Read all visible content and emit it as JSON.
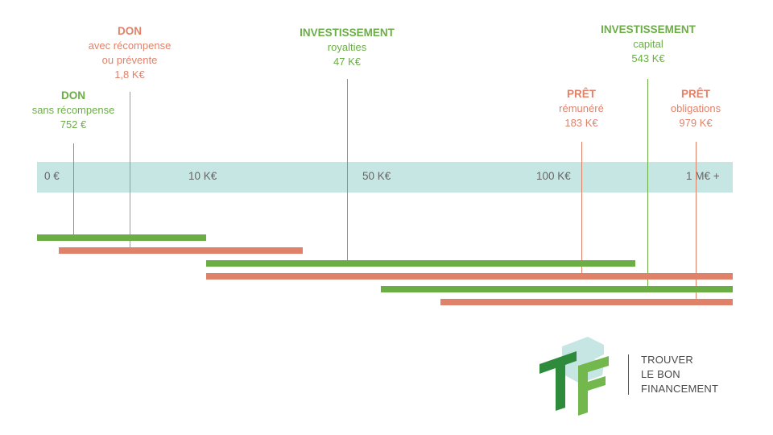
{
  "colors": {
    "green": "#6bae45",
    "orange": "#e0826a",
    "band": "#c6e6e4"
  },
  "callouts": {
    "don_sans": {
      "title": "DON",
      "line1": "sans récompense",
      "line2": "752 €"
    },
    "don_avec": {
      "title": "DON",
      "line1": "avec récompense",
      "line2": "ou prévente",
      "line3": "1,8 K€"
    },
    "inv_roy": {
      "title": "INVESTISSEMENT",
      "line1": "royalties",
      "line2": "47 K€"
    },
    "pret_rem": {
      "title": "PRÊT",
      "line1": "rémunéré",
      "line2": "183 K€"
    },
    "inv_cap": {
      "title": "INVESTISSEMENT",
      "line1": "capital",
      "line2": "543 K€"
    },
    "pret_obl": {
      "title": "PRÊT",
      "line1": "obligations",
      "line2": "979 K€"
    }
  },
  "scale": {
    "t0": "0 €",
    "t1": "10 K€",
    "t2": "50 K€",
    "t3": "100 K€",
    "t4": "1 M€ +"
  },
  "logo": {
    "mark": "TBF",
    "line1": "TROUVER",
    "line2": "LE BON",
    "line3": "FINANCEMENT"
  }
}
